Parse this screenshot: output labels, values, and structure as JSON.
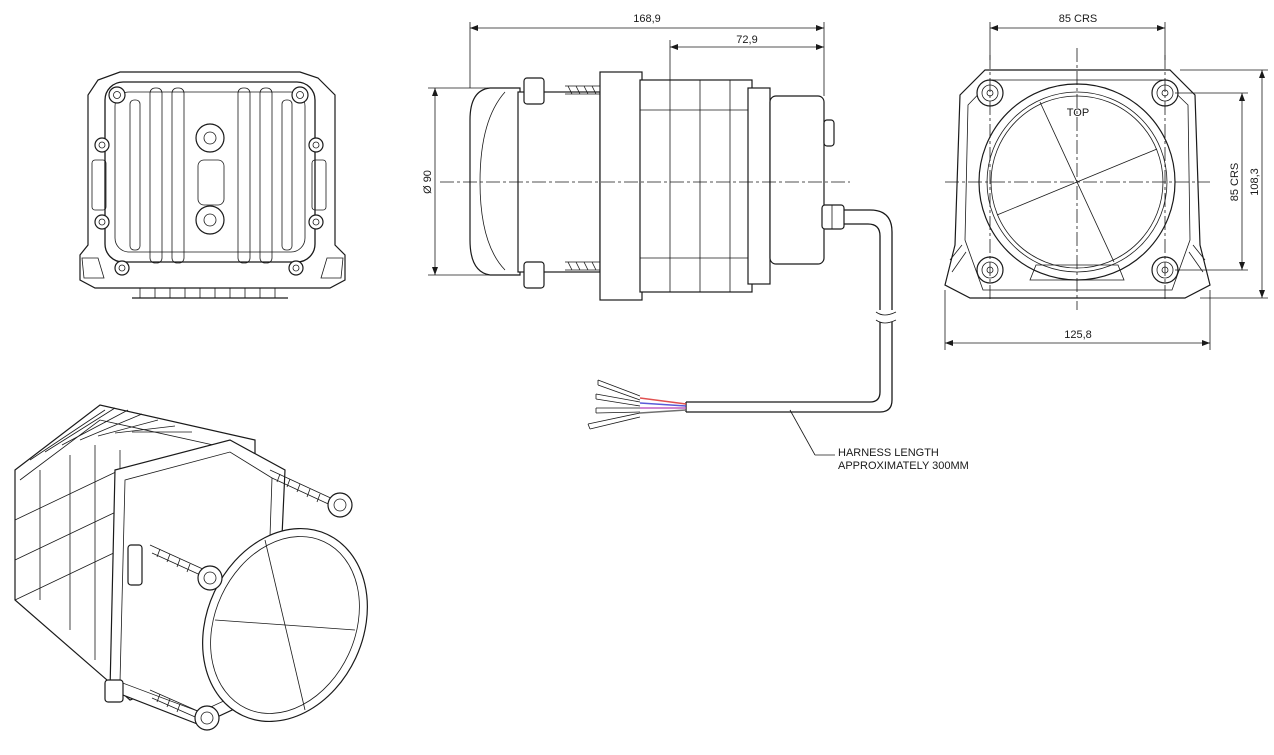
{
  "dimensions": {
    "overall_length": "168,9",
    "housing_length": "72,9",
    "diameter": "Ø 90",
    "mount_centres_horizontal": "85 CRS",
    "mount_centres_vertical": "85 CRS",
    "overall_height": "108,3",
    "overall_width": "125,8"
  },
  "labels": {
    "top": "TOP",
    "harness_line1": "HARNESS LENGTH",
    "harness_line2": "APPROXIMATELY 300MM"
  },
  "wire_colors": [
    "#e05050",
    "#5a5ad8",
    "#c060c0",
    "#707070"
  ]
}
